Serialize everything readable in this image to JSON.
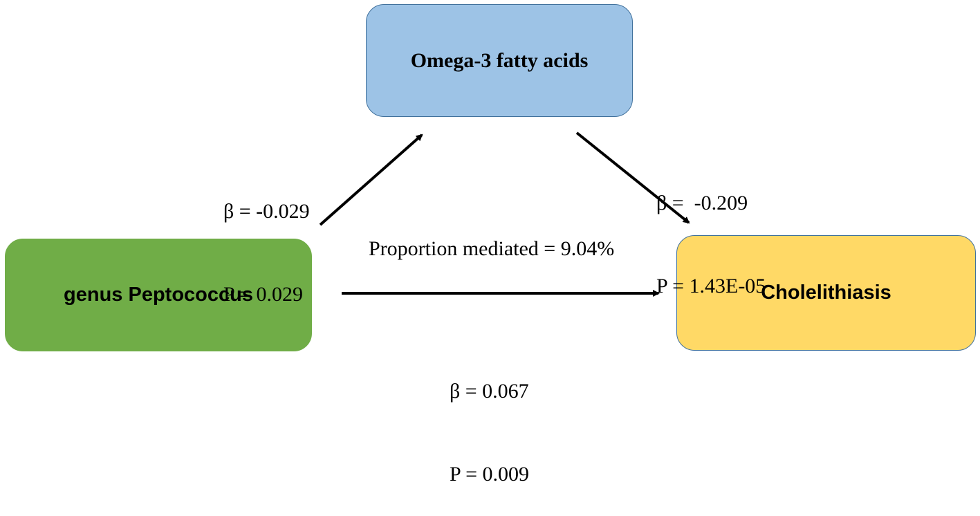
{
  "nodes": {
    "mediator": "Omega-3 fatty acids",
    "exposure": "genus Peptococcus",
    "outcome": "Cholelithiasis"
  },
  "paths": {
    "exposure_to_mediator": {
      "beta": "β = -0.029",
      "p": "P = 0.029"
    },
    "mediator_to_outcome": {
      "beta": "β =  -0.209",
      "p": "P = 1.43E-05"
    },
    "direct": {
      "proportion": "Proportion mediated = 9.04%",
      "beta": "β = 0.067",
      "p": "P = 0.009"
    }
  }
}
